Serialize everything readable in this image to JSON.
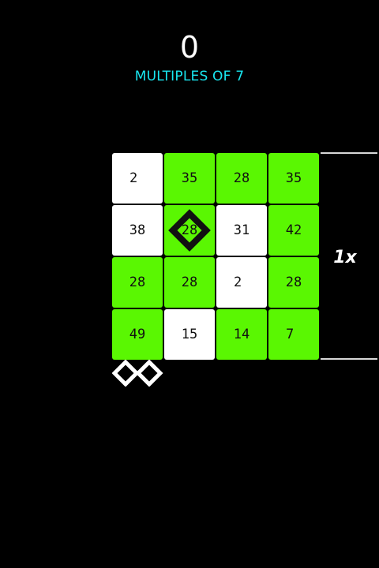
{
  "score": "0",
  "goal": "MULTIPLES OF 7",
  "multiplier": "1x",
  "lives_icon": "infinity-icon",
  "colors": {
    "valid_tile": "#5af702",
    "invalid_tile": "#ffffff",
    "goal_text": "#19e6f0",
    "background": "#000000"
  },
  "grid": [
    [
      {
        "value": "2",
        "color": "white",
        "align": "left"
      },
      {
        "value": "35",
        "color": "green",
        "align": "center"
      },
      {
        "value": "28",
        "color": "green",
        "align": "center"
      },
      {
        "value": "35",
        "color": "green",
        "align": "center"
      }
    ],
    [
      {
        "value": "38",
        "color": "white",
        "align": "center"
      },
      {
        "value": "28",
        "color": "green",
        "align": "center",
        "selected": true
      },
      {
        "value": "31",
        "color": "white",
        "align": "center"
      },
      {
        "value": "42",
        "color": "green",
        "align": "center"
      }
    ],
    [
      {
        "value": "28",
        "color": "green",
        "align": "center"
      },
      {
        "value": "28",
        "color": "green",
        "align": "center"
      },
      {
        "value": "2",
        "color": "white",
        "align": "left"
      },
      {
        "value": "28",
        "color": "green",
        "align": "center"
      }
    ],
    [
      {
        "value": "49",
        "color": "green",
        "align": "center"
      },
      {
        "value": "15",
        "color": "white",
        "align": "center"
      },
      {
        "value": "14",
        "color": "green",
        "align": "center"
      },
      {
        "value": "7",
        "color": "green",
        "align": "left"
      }
    ]
  ]
}
